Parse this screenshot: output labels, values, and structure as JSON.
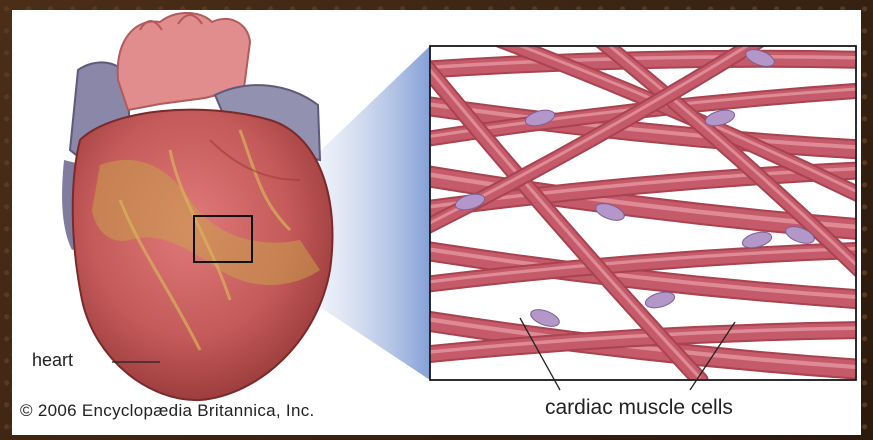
{
  "labels": {
    "heart": "heart",
    "cells": "cardiac muscle cells",
    "credit": "© 2006 Encyclopædia Britannica, Inc."
  },
  "colors": {
    "muscle": "#c45a6a",
    "muscle_light": "#e9a0a8",
    "nucleus": "#b497c9",
    "vessel_blue": "#8c8fb5",
    "aorta": "#e38b8b",
    "fat_yellow": "#c9a14a"
  }
}
